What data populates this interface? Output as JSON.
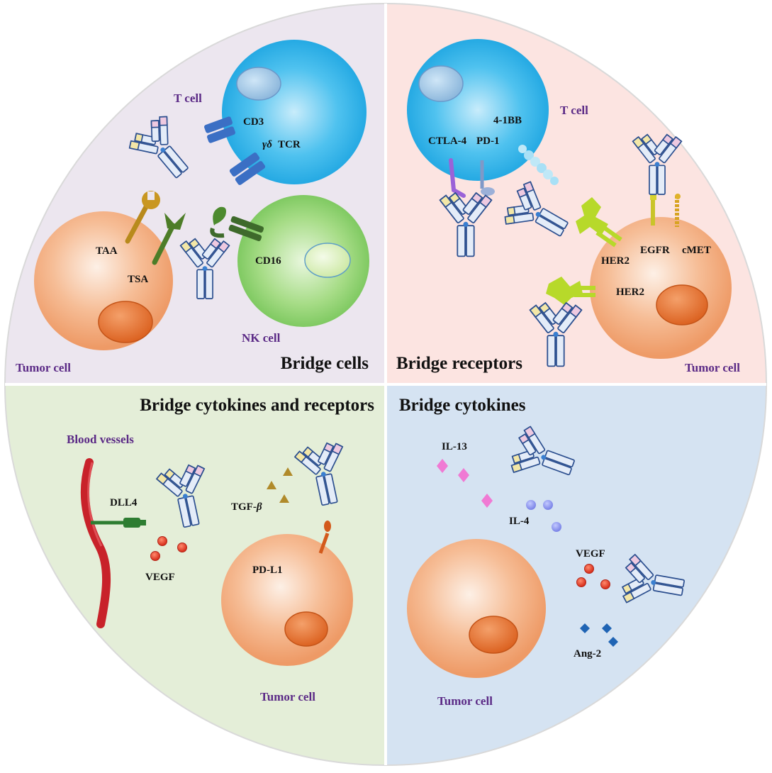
{
  "colors": {
    "q1_bg": "#ece6ef",
    "q2_bg": "#fce4e1",
    "q3_bg": "#e4eed8",
    "q4_bg": "#d5e3f2",
    "t_cell": "#2fb1e6",
    "nk_cell": "#8ccf6c",
    "tumor_cell": "#f2a371",
    "nucleus_tumor": "#e5712d",
    "label_purple": "#5b2a86",
    "antibody": "#2c4f8f"
  },
  "quadrants": {
    "bridge_cells": {
      "title": "Bridge cells",
      "t_cell": "T cell",
      "nk_cell": "NK cell",
      "tumor_cell": "Tumor cell",
      "cd3": "CD3",
      "gd_tcr_symbol": "γδ",
      "gd_tcr_text": "TCR",
      "cd16": "CD16",
      "taa": "TAA",
      "tsa": "TSA"
    },
    "bridge_receptors": {
      "title": "Bridge receptors",
      "t_cell": "T cell",
      "tumor_cell": "Tumor cell",
      "bb4": "4-1BB",
      "ctla4": "CTLA-4",
      "pd1": "PD-1",
      "her2_a": "HER2",
      "her2_b": "HER2",
      "egfr": "EGFR",
      "cmet": "cMET"
    },
    "bridge_cytokines_receptors": {
      "title": "Bridge cytokines and receptors",
      "blood_vessels": "Blood vessels",
      "dll4": "DLL4",
      "vegf": "VEGF",
      "tgf_prefix": "TGF-",
      "tgf_beta": "β",
      "pdl1": "PD-L1",
      "tumor_cell": "Tumor cell"
    },
    "bridge_cytokines": {
      "title": "Bridge cytokines",
      "il13": "IL-13",
      "il4": "IL-4",
      "vegf": "VEGF",
      "ang2": "Ang-2",
      "tumor_cell": "Tumor cell"
    }
  }
}
